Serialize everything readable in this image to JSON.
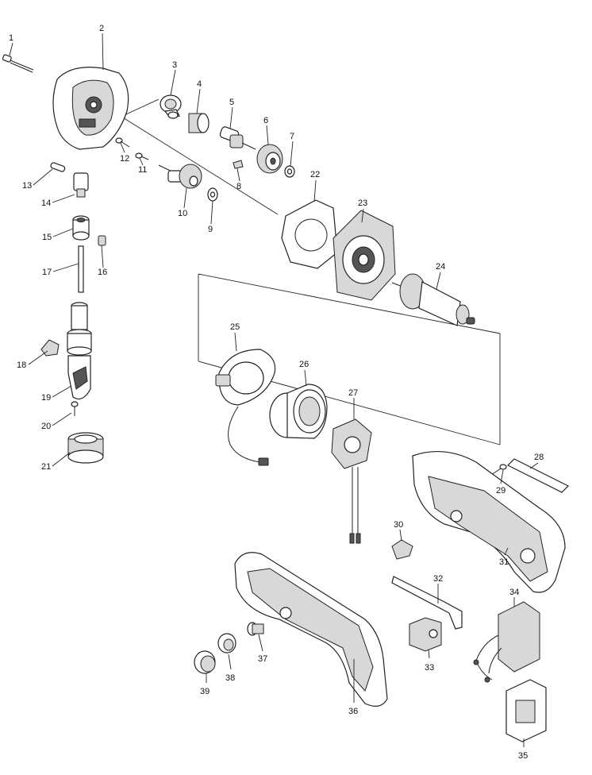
{
  "parts": [
    {
      "ref": "1"
    },
    {
      "ref": "2"
    },
    {
      "ref": "3"
    },
    {
      "ref": "4"
    },
    {
      "ref": "5"
    },
    {
      "ref": "6"
    },
    {
      "ref": "7"
    },
    {
      "ref": "8"
    },
    {
      "ref": "9"
    },
    {
      "ref": "10"
    },
    {
      "ref": "11"
    },
    {
      "ref": "12"
    },
    {
      "ref": "13"
    },
    {
      "ref": "14"
    },
    {
      "ref": "15"
    },
    {
      "ref": "16"
    },
    {
      "ref": "17"
    },
    {
      "ref": "18"
    },
    {
      "ref": "19"
    },
    {
      "ref": "20"
    },
    {
      "ref": "21"
    },
    {
      "ref": "22"
    },
    {
      "ref": "23"
    },
    {
      "ref": "24"
    },
    {
      "ref": "25"
    },
    {
      "ref": "26"
    },
    {
      "ref": "27"
    },
    {
      "ref": "28"
    },
    {
      "ref": "29"
    },
    {
      "ref": "30"
    },
    {
      "ref": "31"
    },
    {
      "ref": "32"
    },
    {
      "ref": "33"
    },
    {
      "ref": "34"
    },
    {
      "ref": "35"
    },
    {
      "ref": "36"
    },
    {
      "ref": "37"
    },
    {
      "ref": "38"
    },
    {
      "ref": "39"
    }
  ]
}
